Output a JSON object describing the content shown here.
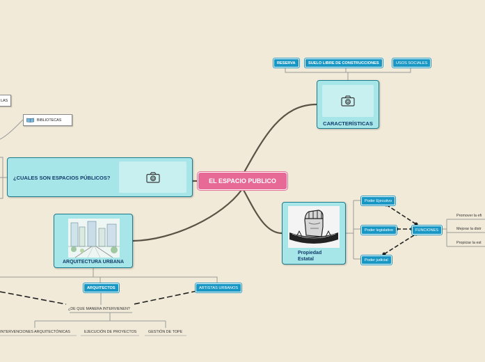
{
  "central": {
    "title": "EL ESPACIO PUBLICO"
  },
  "caracteristicas": {
    "title": "CARACTERÍSTICAS",
    "icon": "camera-icon",
    "children": [
      "RESERVA",
      "SUELO LIBRE DE CONSTRUCCIONES",
      "USOS SOCIALES"
    ]
  },
  "cuales": {
    "title": "¿CUALES SON ESPACIOS PÚBLICOS?",
    "icon": "camera-icon"
  },
  "cuales_children": {
    "bibliotecas": "BIBLIOTECAS",
    "cut_label": "LAS"
  },
  "propiedad": {
    "title_line1": "Propiedad",
    "title_line2": "Estatal",
    "poderes": [
      "Poder Ejecutivo",
      "Poder legislativo",
      "Poder judicial"
    ],
    "funciones": "FUNCIONES",
    "funcion_items": [
      "Promover la efi",
      "Mejorar la distr",
      "Propiciar la est"
    ]
  },
  "arquitectura": {
    "title": "ARQUITECTURA URBANA",
    "children": [
      "ARQUITECTOS",
      "ARTISTAS URBANOS"
    ],
    "question": "¿DE QUE MANERA INTERVIENEN?",
    "answers": [
      "INTERVENCIONES ARQUITECTÓNICAS",
      "EJECUCIÓN DE PROYECTOS",
      "GESTIÓN DE TOPE"
    ]
  },
  "colors": {
    "background": "#f1ead8",
    "central": "#e76a96",
    "card_fill": "#a6e6e9",
    "card_border": "#1b7b8c",
    "pill": "#1896c4",
    "branch": "#5c5347"
  }
}
